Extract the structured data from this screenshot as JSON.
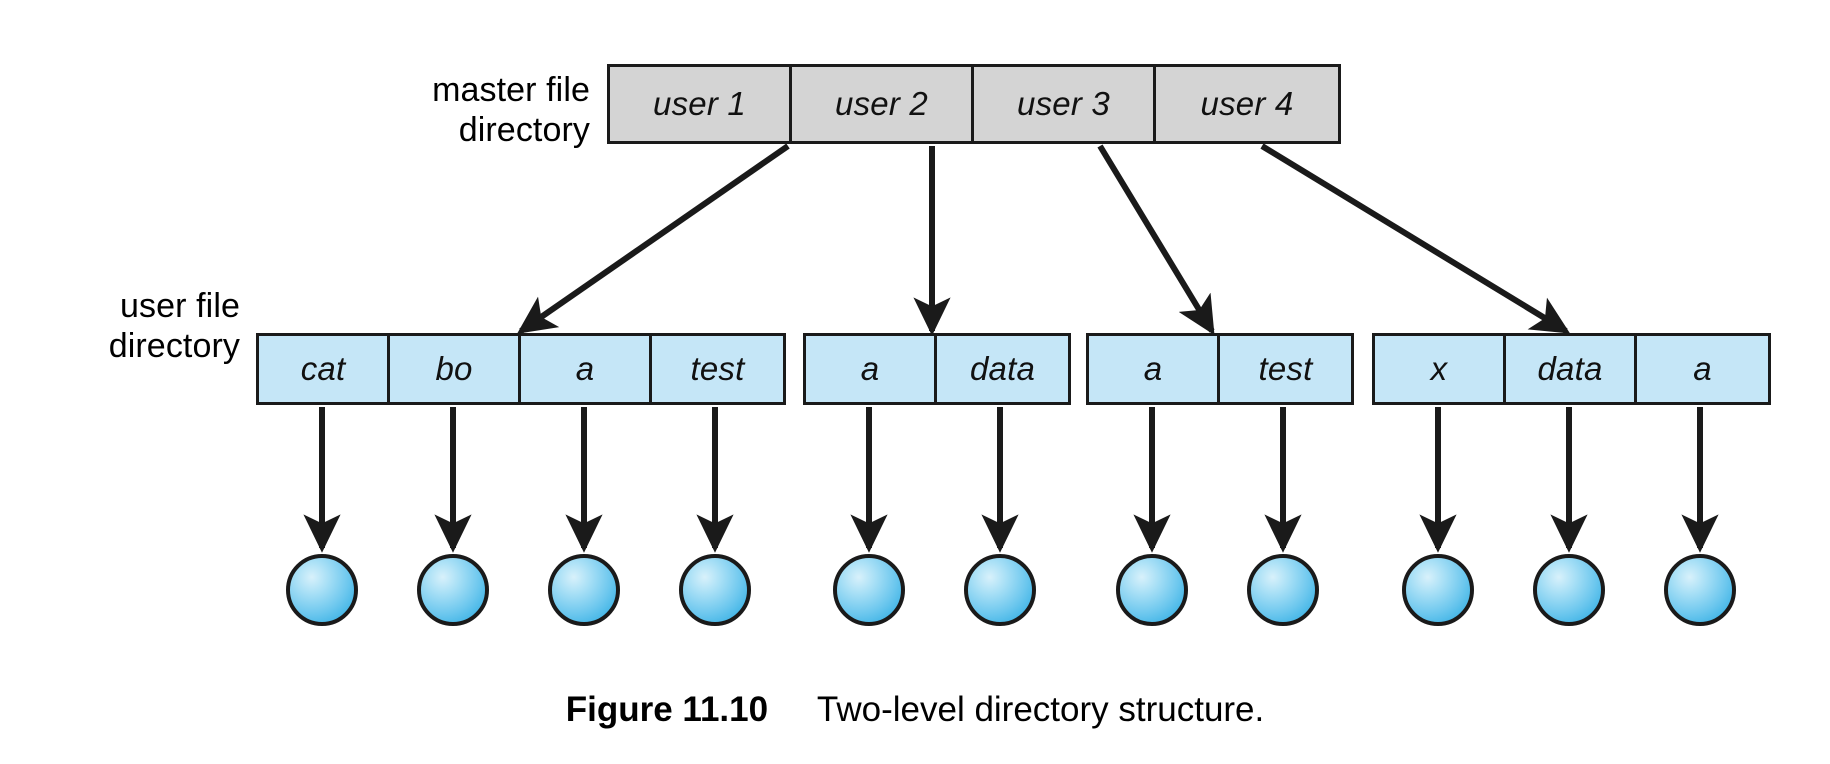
{
  "figure": {
    "caption_label": "Figure 11.10",
    "caption_text": "Two-level directory structure.",
    "colors": {
      "master_fill": "#d4d4d4",
      "user_fill": "#c5e6f7",
      "stroke": "#1a1a1a",
      "node_fill": "#6cc7ee",
      "background": "#ffffff"
    }
  },
  "master_directory": {
    "label": "master file\ndirectory",
    "entries": [
      {
        "name": "user 1"
      },
      {
        "name": "user 2"
      },
      {
        "name": "user 3"
      },
      {
        "name": "user 4"
      }
    ]
  },
  "user_directories": {
    "label": "user file\ndirectory",
    "groups": [
      {
        "owner": "user 1",
        "entries": [
          {
            "name": "cat"
          },
          {
            "name": "bo"
          },
          {
            "name": "a"
          },
          {
            "name": "test"
          }
        ]
      },
      {
        "owner": "user 2",
        "entries": [
          {
            "name": "a"
          },
          {
            "name": "data"
          }
        ]
      },
      {
        "owner": "user 3",
        "entries": [
          {
            "name": "a"
          },
          {
            "name": "test"
          }
        ]
      },
      {
        "owner": "user 4",
        "entries": [
          {
            "name": "x"
          },
          {
            "name": "data"
          },
          {
            "name": "a"
          }
        ]
      }
    ]
  },
  "file_nodes": [
    {
      "for": "cat"
    },
    {
      "for": "bo"
    },
    {
      "for": "a"
    },
    {
      "for": "test"
    },
    {
      "for": "a"
    },
    {
      "for": "data"
    },
    {
      "for": "a"
    },
    {
      "for": "test"
    },
    {
      "for": "x"
    },
    {
      "for": "data"
    },
    {
      "for": "a"
    }
  ]
}
